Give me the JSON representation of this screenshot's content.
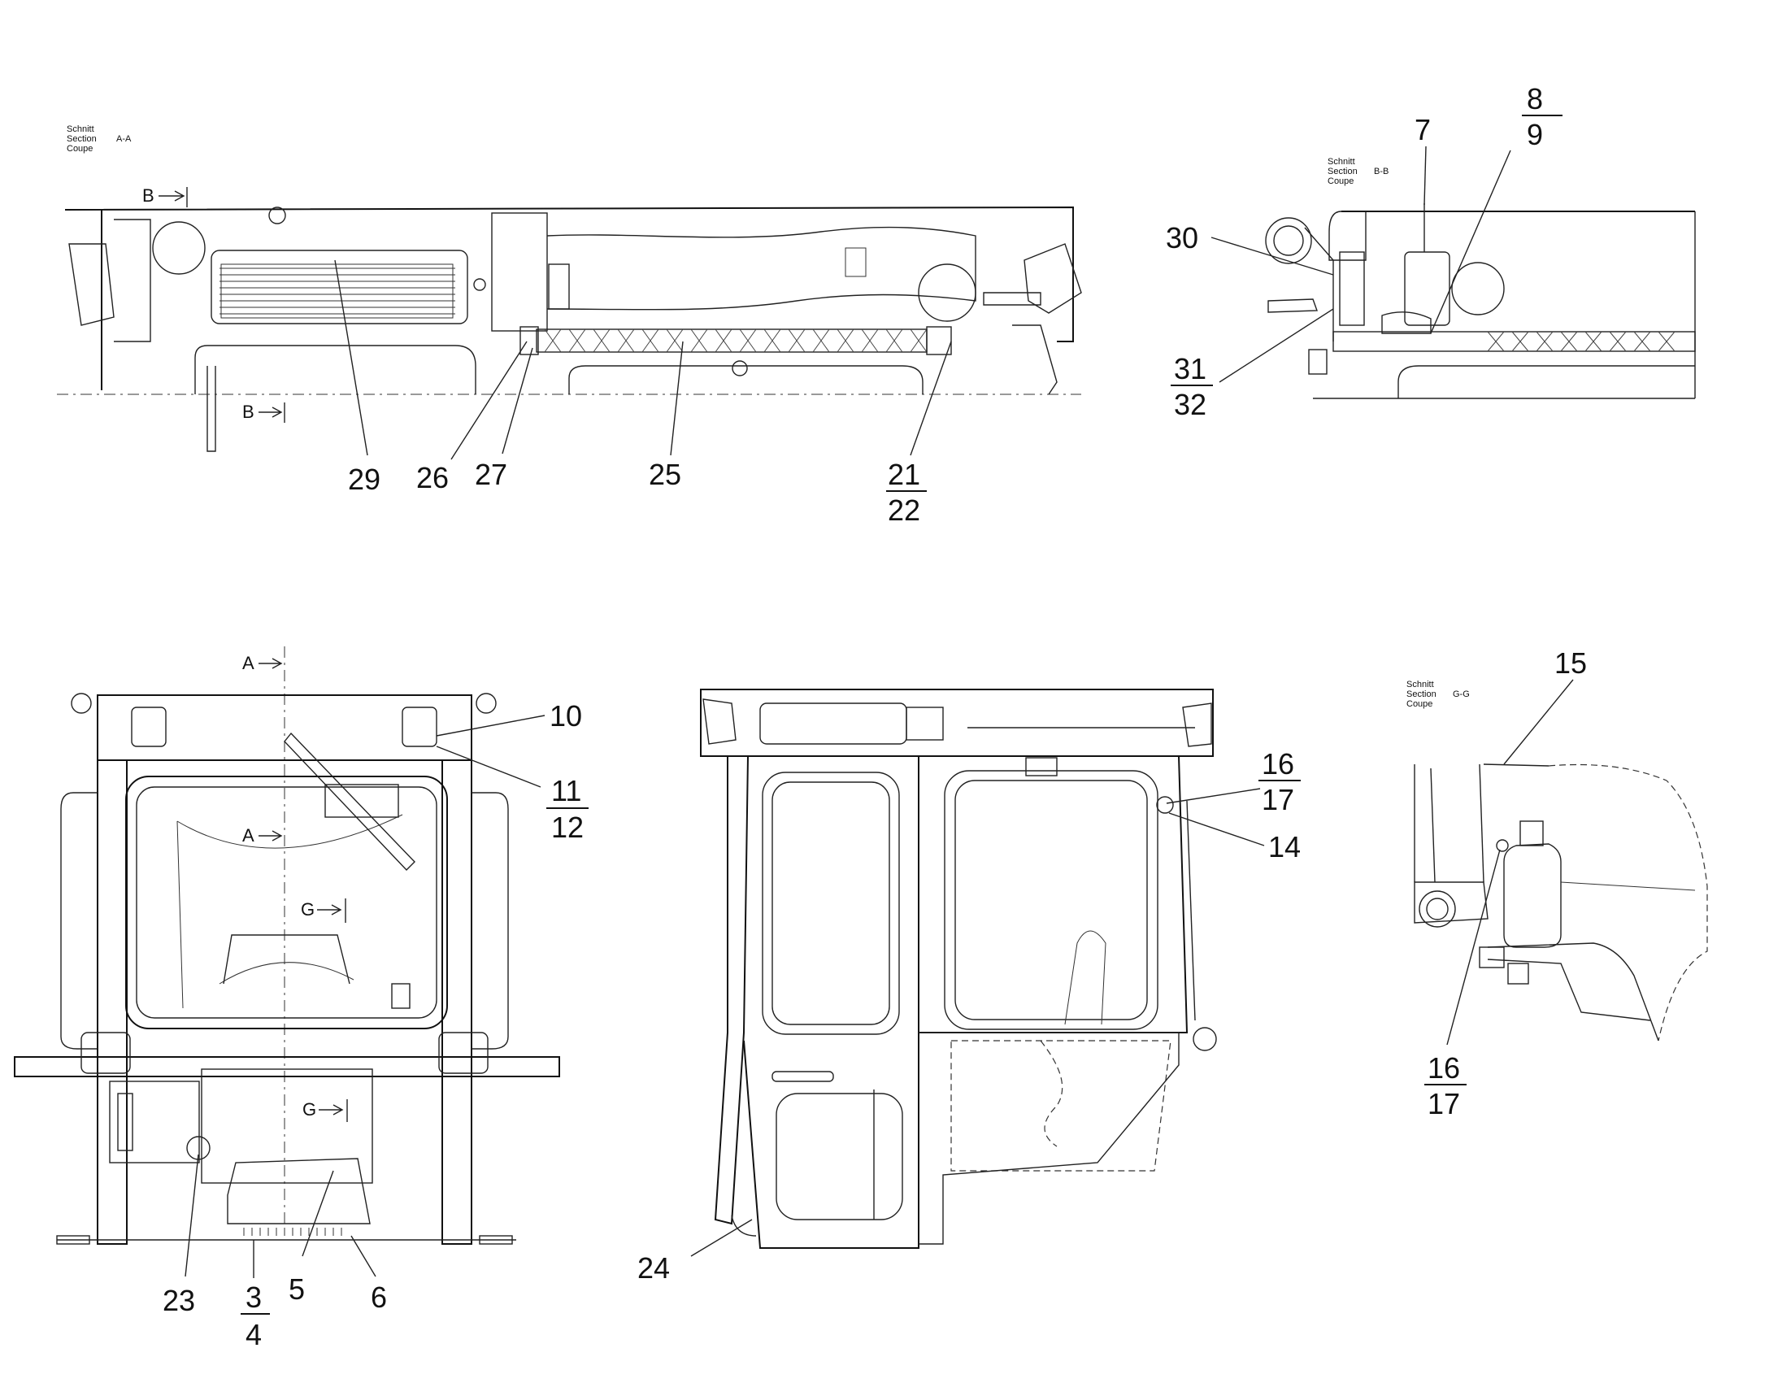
{
  "sections": {
    "aa": {
      "line1": "Schnitt",
      "line2": "Section",
      "line3": "Coupe",
      "id": "A-A"
    },
    "bb": {
      "line1": "Schnitt",
      "line2": "Section",
      "line3": "Coupe",
      "id": "B-B"
    },
    "gg": {
      "line1": "Schnitt",
      "line2": "Section",
      "line3": "Coupe",
      "id": "G-G"
    }
  },
  "cut_markers": {
    "b_top": "B",
    "b_bottom": "B",
    "a_top": "A",
    "a_mid": "A",
    "g_top": "G",
    "g_bottom": "G"
  },
  "callouts": {
    "c29": "29",
    "c26": "26",
    "c27": "27",
    "c25": "25",
    "c21": "21",
    "c22": "22",
    "c7": "7",
    "c8": "8",
    "c9": "9",
    "c30": "30",
    "c31": "31",
    "c32": "32",
    "c10": "10",
    "c11": "11",
    "c12": "12",
    "c23": "23",
    "c3": "3",
    "c4": "4",
    "c5": "5",
    "c6": "6",
    "c24": "24",
    "c16a": "16",
    "c17a": "17",
    "c14": "14",
    "c15": "15",
    "c16b": "16",
    "c17b": "17"
  }
}
